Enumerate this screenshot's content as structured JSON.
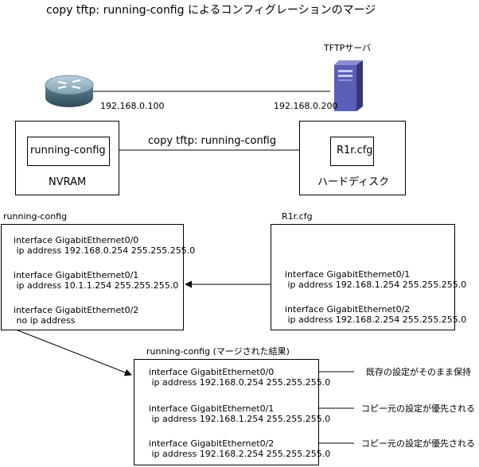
{
  "title": "copy tftp: running-config によるコンフィグレーションのマージ",
  "tftp_server_label": "TFTPサーバ",
  "router_ip": "192.168.0.100",
  "server_ip": "192.168.0.200",
  "nvram": {
    "inner_label": "running-config",
    "caption": "NVRAM"
  },
  "harddisk": {
    "inner_label": "R1r.cfg",
    "caption": "ハードディスク"
  },
  "copy_command": "copy tftp: running-config",
  "running_config": {
    "heading": "running-config",
    "lines": [
      "interface GigabitEthernet0/0",
      " ip address 192.168.0.254 255.255.255.0",
      "",
      "interface GigabitEthernet0/1",
      " ip address 10.1.1.254 255.255.255.0",
      "",
      "interface GigabitEthernet0/2",
      " no ip address"
    ]
  },
  "r1r_cfg": {
    "heading": "R1r.cfg",
    "lines": [
      "interface GigabitEthernet0/1",
      " ip address 192.168.1.254 255.255.255.0",
      "",
      "interface GigabitEthernet0/2",
      " ip address 192.168.2.254 255.255.255.0"
    ]
  },
  "merged": {
    "heading": "running-config (マージされた結果)",
    "lines": [
      "interface GigabitEthernet0/0",
      " ip address 192.168.0.254 255.255.255.0",
      "",
      "interface GigabitEthernet0/1",
      " ip address 192.168.1.254 255.255.255.0",
      "",
      "interface GigabitEthernet0/2",
      " ip address 192.168.2.254 255.255.255.0"
    ],
    "annotations": [
      "既存の設定がそのまま保持",
      "コピー元の設定が優先される",
      "コピー元の設定が優先される"
    ]
  }
}
